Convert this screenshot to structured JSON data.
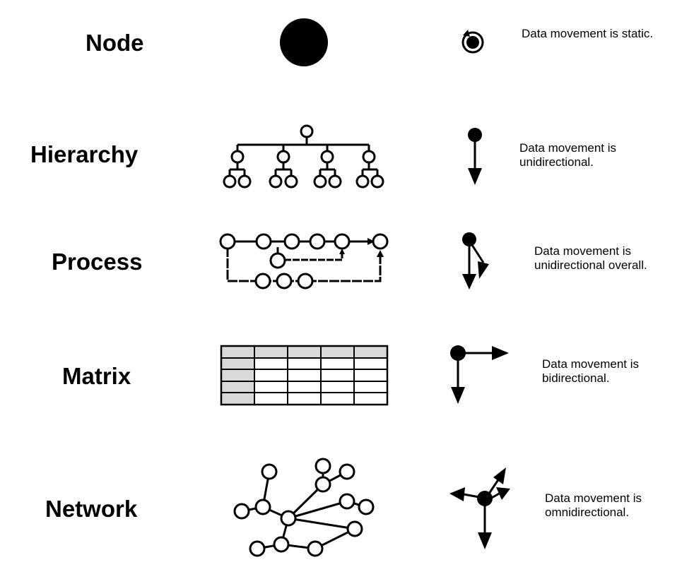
{
  "rows": [
    {
      "label": "Node",
      "description": "Data movement is static."
    },
    {
      "label": "Hierarchy",
      "description": "Data movement is unidirectional."
    },
    {
      "label": "Process",
      "description": "Data movement is unidirectional overall."
    },
    {
      "label": "Matrix",
      "description": "Data movement is bidirectional."
    },
    {
      "label": "Network",
      "description": "Data movement is omnidirectional."
    }
  ],
  "colors": {
    "ink": "#000000",
    "header_fill": "#d9d9d9",
    "background": "#ffffff"
  }
}
